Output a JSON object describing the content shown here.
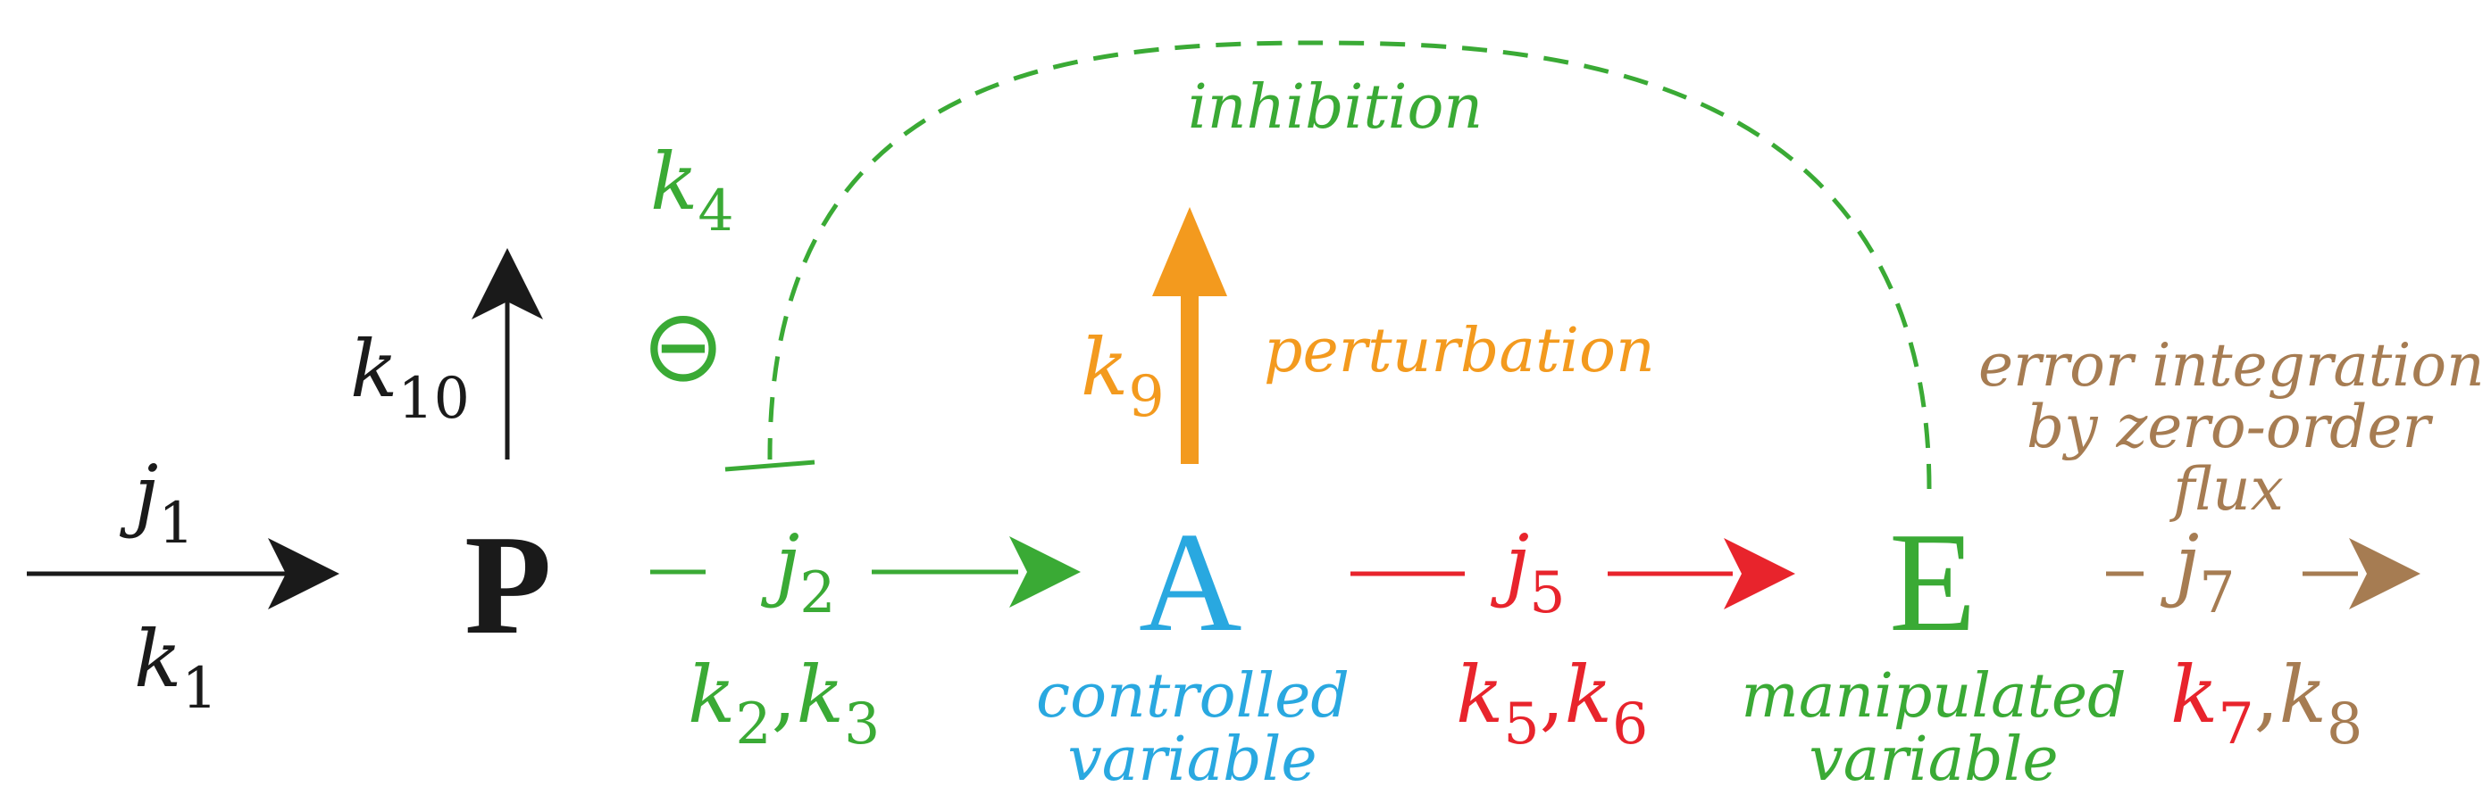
{
  "colors": {
    "black": "#1a1a1a",
    "green": "#3aaa35",
    "blue": "#29a8e0",
    "red": "#e8242c",
    "orange": "#f39a1e",
    "brown": "#a67c52"
  },
  "nodes": {
    "p": "P",
    "a": "A",
    "e": "E"
  },
  "labels": {
    "j1": {
      "sym": "j",
      "sub": "1"
    },
    "k1": {
      "sym": "k",
      "sub": "1"
    },
    "k10": {
      "sym": "k",
      "sub": "10"
    },
    "k4": {
      "sym": "k",
      "sub": "4"
    },
    "inhibit_symbol": "⊖",
    "j2": {
      "sym": "j",
      "sub": "2"
    },
    "k2": {
      "sym": "k",
      "sub": "2"
    },
    "k3": {
      "sym": "k",
      "sub": "3"
    },
    "k9": {
      "sym": "k",
      "sub": "9"
    },
    "j5": {
      "sym": "j",
      "sub": "5"
    },
    "k5": {
      "sym": "k",
      "sub": "5"
    },
    "k6": {
      "sym": "k",
      "sub": "6"
    },
    "j7": {
      "sym": "j",
      "sub": "7"
    },
    "k7": {
      "sym": "k",
      "sub": "7"
    },
    "k8": {
      "sym": "k",
      "sub": "8"
    },
    "comma": ","
  },
  "descriptions": {
    "inhibition": "inhibition",
    "perturbation": "perturbation",
    "error_line1": "error integration",
    "error_line2": "by zero-order",
    "error_line3": "flux",
    "controlled_line1": "controlled",
    "controlled_line2": "variable",
    "manipulated_line1": "manipulated",
    "manipulated_line2": "variable"
  }
}
